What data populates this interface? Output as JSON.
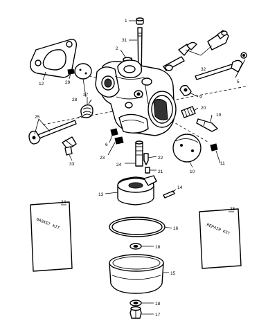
{
  "callouts": {
    "c1": "1",
    "c2": "2",
    "c5": "5",
    "c6": "6",
    "c9": "9",
    "c10": "10",
    "c11": "11",
    "c12": "12",
    "c13": "13",
    "c14": "14",
    "c15": "15",
    "c16": "16",
    "c17": "17",
    "c18a": "18",
    "c18b": "18",
    "c19": "19",
    "c20": "20",
    "c21": "21",
    "c22": "22",
    "c23": "23",
    "c24": "24",
    "c25": "25",
    "c27": "27",
    "c28": "28",
    "c29": "29",
    "c31": "31",
    "c32": "32",
    "c33": "33",
    "c34": "34",
    "c35": "35"
  },
  "kits": {
    "gasket_kit": "GASKET KIT",
    "repair_kit": "REPAIR KIT"
  }
}
